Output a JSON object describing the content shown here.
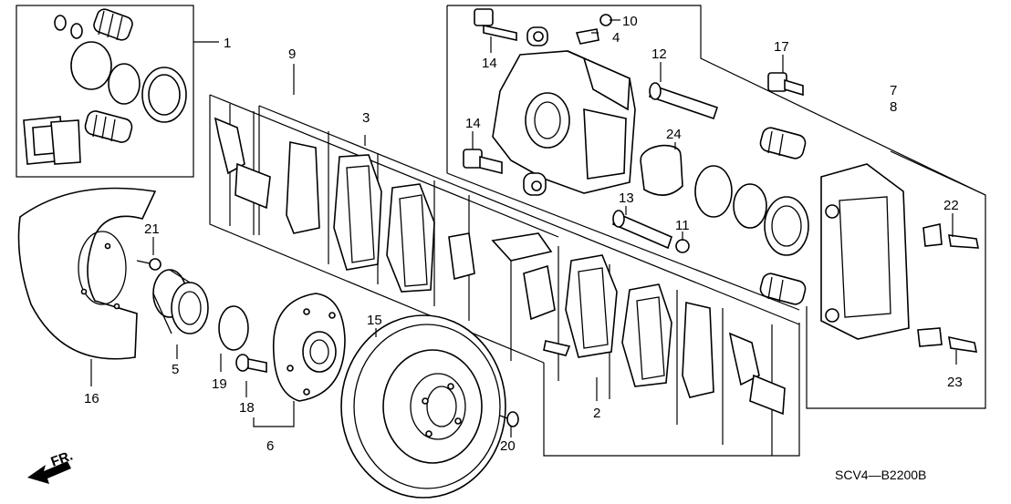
{
  "diagram_code": "SCV4—B2200B",
  "direction_label": "FR.",
  "callouts": [
    {
      "id": "c1",
      "text": "1"
    },
    {
      "id": "c2",
      "text": "2"
    },
    {
      "id": "c3",
      "text": "3"
    },
    {
      "id": "c4",
      "text": "4"
    },
    {
      "id": "c5",
      "text": "5"
    },
    {
      "id": "c6",
      "text": "6"
    },
    {
      "id": "c7",
      "text": "7"
    },
    {
      "id": "c8",
      "text": "8"
    },
    {
      "id": "c9",
      "text": "9"
    },
    {
      "id": "c10",
      "text": "10"
    },
    {
      "id": "c11",
      "text": "11"
    },
    {
      "id": "c12",
      "text": "12"
    },
    {
      "id": "c13",
      "text": "13"
    },
    {
      "id": "c14a",
      "text": "14"
    },
    {
      "id": "c14b",
      "text": "14"
    },
    {
      "id": "c15",
      "text": "15"
    },
    {
      "id": "c16",
      "text": "16"
    },
    {
      "id": "c17",
      "text": "17"
    },
    {
      "id": "c18",
      "text": "18"
    },
    {
      "id": "c19",
      "text": "19"
    },
    {
      "id": "c20",
      "text": "20"
    },
    {
      "id": "c21",
      "text": "21"
    },
    {
      "id": "c22",
      "text": "22"
    },
    {
      "id": "c23",
      "text": "23"
    },
    {
      "id": "c24",
      "text": "24"
    }
  ]
}
